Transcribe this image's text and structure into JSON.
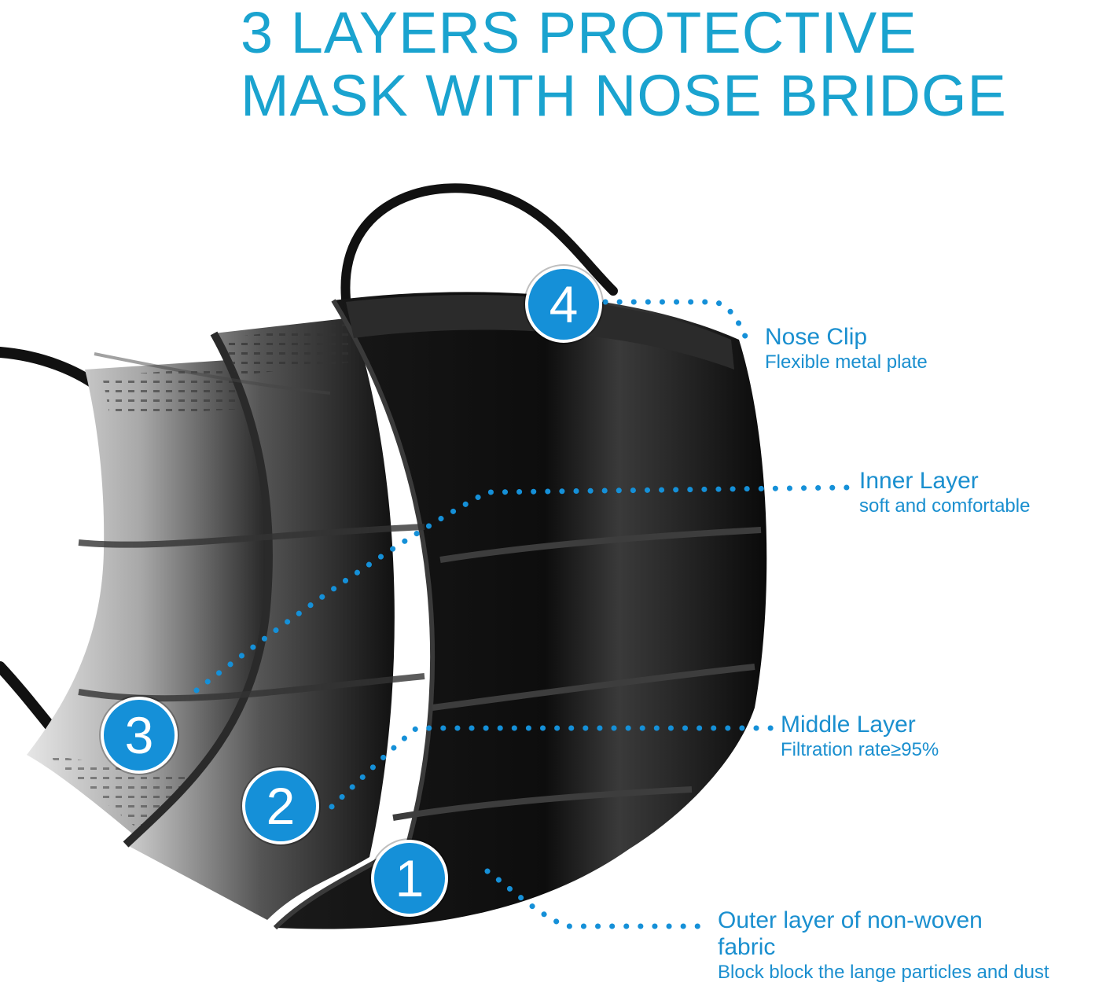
{
  "headline": {
    "line1": "3 LAYERS PROTECTIVE",
    "line2": "MASK WITH NOSE BRIDGE"
  },
  "colors": {
    "accent": "#1aa3cf",
    "badge": "#1590d8",
    "mask": "#111111"
  },
  "callouts": {
    "nose_clip": {
      "number": "4",
      "name": "Nose Clip",
      "desc": "Flexible metal plate"
    },
    "inner_layer": {
      "number": "3",
      "name": "Inner Layer",
      "desc": "soft and comfortable"
    },
    "middle_layer": {
      "number": "2",
      "name": "Middle Layer",
      "desc": "Filtration rate≥95%"
    },
    "outer_layer": {
      "number": "1",
      "name": "Outer layer of non-woven",
      "name2": "fabric",
      "desc": "Block block the lange particles and dust"
    }
  }
}
